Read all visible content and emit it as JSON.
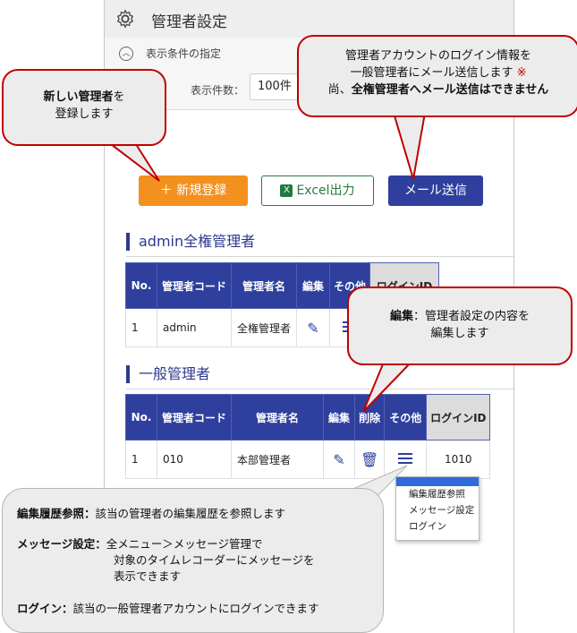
{
  "header": {
    "title": "管理者設定",
    "icon": "gear-icon"
  },
  "conditions": {
    "title": "表示条件の指定",
    "count_label": "表示件数：",
    "count_value": "100件"
  },
  "toolbar": {
    "new_label": "新規登録",
    "excel_label": "Excel出力",
    "mail_label": "メール送信"
  },
  "section_admin": {
    "title": "admin全権管理者",
    "columns": [
      "No.",
      "管理者コード",
      "管理者名",
      "編集",
      "その他",
      "ログインID"
    ],
    "rows": [
      {
        "no": "1",
        "code": "admin",
        "name": "全権管理者"
      }
    ]
  },
  "section_general": {
    "title": "一般管理者",
    "columns": [
      "No.",
      "管理者コード",
      "管理者名",
      "編集",
      "削除",
      "その他",
      "ログインID"
    ],
    "rows": [
      {
        "no": "1",
        "code": "010",
        "name": "本部管理者",
        "login": "1010"
      }
    ]
  },
  "popup_menu": {
    "items": [
      "編集履歴参照",
      "メッセージ設定",
      "ログイン"
    ]
  },
  "callouts": {
    "new": {
      "line1_bold": "新しい管理者",
      "line1_tail": "を",
      "line2": "登録します"
    },
    "mail": {
      "line1": "管理者アカウントのログイン情報を",
      "line2": "一般管理者にメール送信します",
      "mark": "※",
      "line3_head": "尚、",
      "line3_bold": "全権管理者へメール送信はできません"
    },
    "edit": {
      "label": "編集",
      "line1": "：管理者設定の内容を",
      "line2": "編集します"
    },
    "bottom": {
      "history_label": "編集履歴参照：",
      "history_text": "該当の管理者の編集履歴を参照します",
      "message_label": "メッセージ設定：",
      "message_text1": "全メニュー＞メッセージ管理で",
      "message_text2": "対象のタイムレコーダーにメッセージを",
      "message_text3": "表示できます",
      "login_label": "ログイン：",
      "login_text": "該当の一般管理者アカウントにログインできます"
    }
  },
  "colors": {
    "accent": "#2e3f9e",
    "orange": "#f3911f",
    "excel_green": "#2b7a3e",
    "callout_border": "#c00000"
  }
}
